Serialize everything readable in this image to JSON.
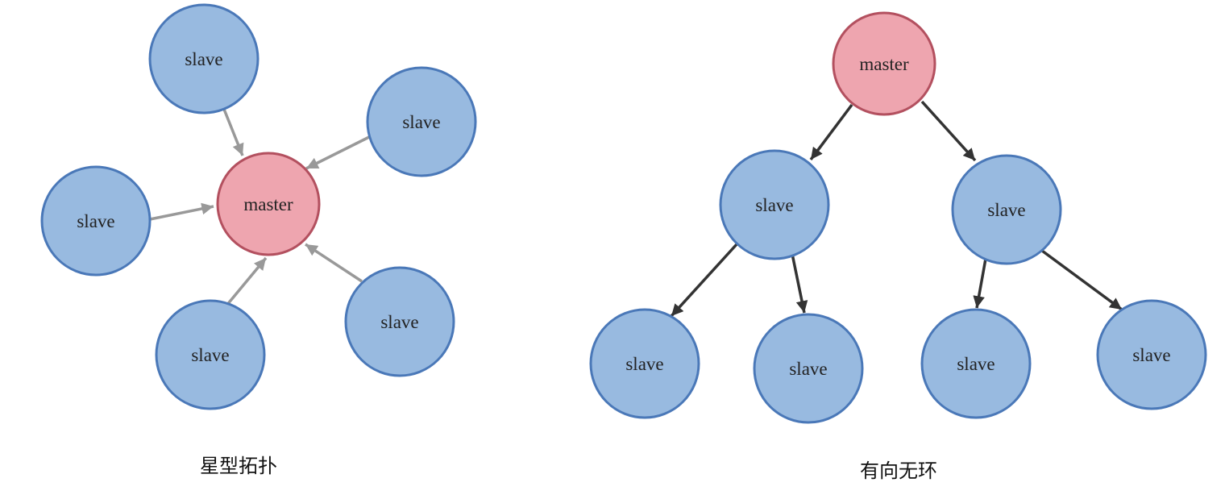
{
  "colors": {
    "slave_fill": "#98bae0",
    "slave_stroke": "#4a78b8",
    "master_fill": "#eea5af",
    "master_stroke": "#b3505f",
    "star_edge": "#999999",
    "tree_edge": "#333333"
  },
  "star_topology": {
    "caption": "星型拓扑",
    "master_label": "master",
    "slave_labels": [
      "slave",
      "slave",
      "slave",
      "slave",
      "slave"
    ],
    "edge_direction": "slave-to-master"
  },
  "dag_topology": {
    "caption": "有向无环",
    "master_label": "master",
    "level1_labels": [
      "slave",
      "slave"
    ],
    "level2_labels": [
      "slave",
      "slave",
      "slave",
      "slave"
    ],
    "edge_direction": "parent-to-child"
  }
}
